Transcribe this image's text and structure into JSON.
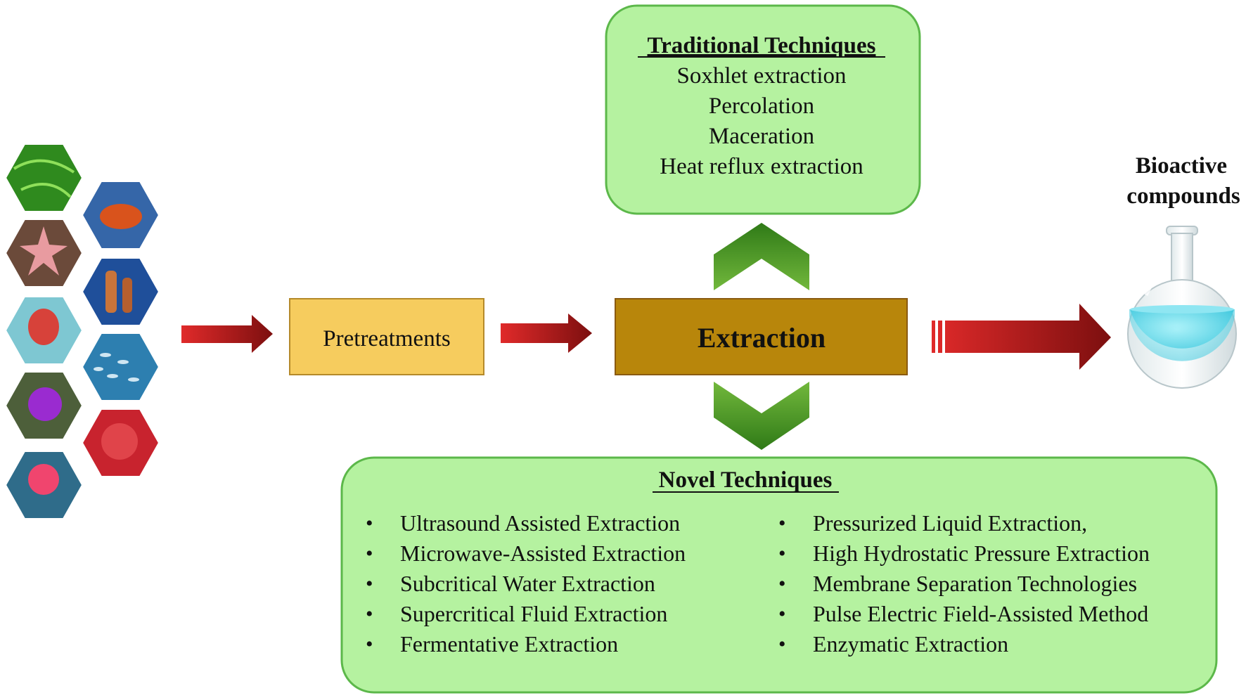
{
  "source_organisms": {
    "images": [
      "seaweed",
      "crab",
      "starfish",
      "sponge",
      "jellyfish",
      "fish-school",
      "purple-coral",
      "red-coral",
      "sea-anemone"
    ]
  },
  "pretreatment_label": "Pretreatments",
  "extraction_label": "Extraction",
  "traditional": {
    "title": "Traditional Techniques",
    "items": [
      "Soxhlet extraction",
      "Percolation",
      "Maceration",
      "Heat reflux extraction"
    ]
  },
  "novel": {
    "title": "Novel Techniques",
    "left_items": [
      "Ultrasound Assisted Extraction",
      "Microwave-Assisted Extraction",
      "Subcritical Water Extraction",
      "Supercritical Fluid Extraction",
      "Fermentative Extraction"
    ],
    "right_items": [
      "Pressurized Liquid Extraction,",
      "High Hydrostatic Pressure Extraction",
      "Membrane Separation Technologies",
      "Pulse Electric Field-Assisted Method",
      "Enzymatic Extraction"
    ],
    "bullet": "•"
  },
  "product": {
    "label_line1": "Bioactive",
    "label_line2": "compounds"
  },
  "colors": {
    "green_box": "#b5f2a0",
    "green_border": "#5cb84a",
    "pretreat_fill": "#f6cc5e",
    "extraction_fill": "#b8860b",
    "arrow_red": "#9b1d1d",
    "chevron_green": "#3c8f1e"
  }
}
